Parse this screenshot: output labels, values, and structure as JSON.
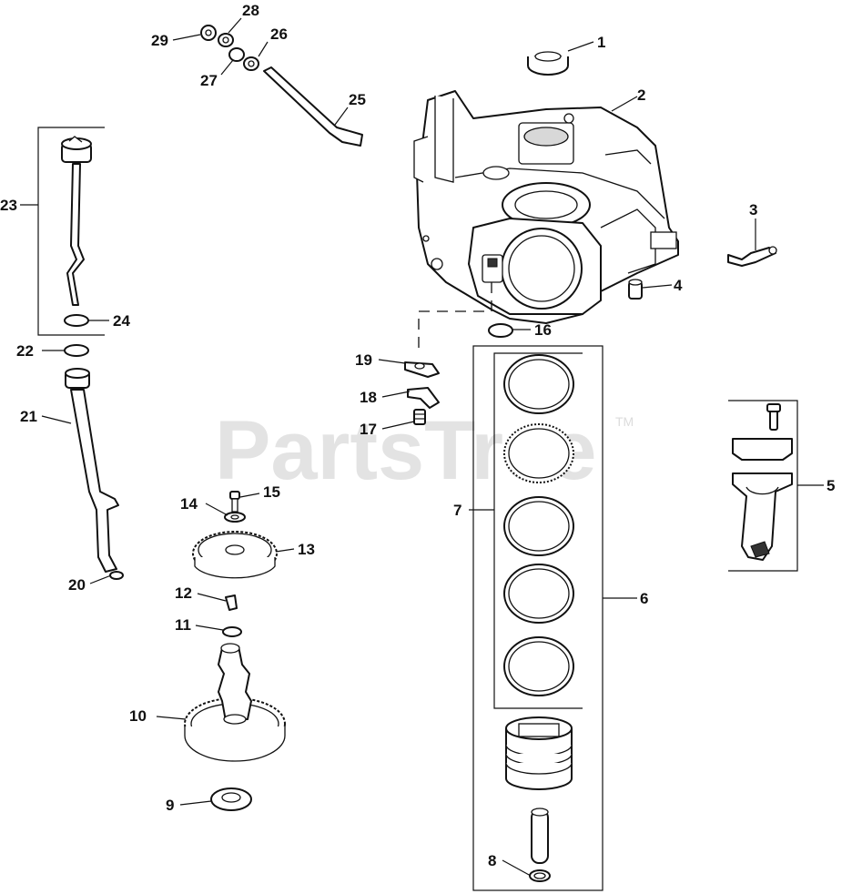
{
  "watermark": {
    "brand": "PartsTree",
    "trademark": "TM"
  },
  "callouts": [
    {
      "id": "c1",
      "label": "1"
    },
    {
      "id": "c2",
      "label": "2"
    },
    {
      "id": "c3",
      "label": "3"
    },
    {
      "id": "c4",
      "label": "4"
    },
    {
      "id": "c5",
      "label": "5"
    },
    {
      "id": "c6",
      "label": "6"
    },
    {
      "id": "c7",
      "label": "7"
    },
    {
      "id": "c8",
      "label": "8"
    },
    {
      "id": "c9",
      "label": "9"
    },
    {
      "id": "c10",
      "label": "10"
    },
    {
      "id": "c11",
      "label": "11"
    },
    {
      "id": "c12",
      "label": "12"
    },
    {
      "id": "c13",
      "label": "13"
    },
    {
      "id": "c14",
      "label": "14"
    },
    {
      "id": "c15",
      "label": "15"
    },
    {
      "id": "c16",
      "label": "16"
    },
    {
      "id": "c17",
      "label": "17"
    },
    {
      "id": "c18",
      "label": "18"
    },
    {
      "id": "c19",
      "label": "19"
    },
    {
      "id": "c20",
      "label": "20"
    },
    {
      "id": "c21",
      "label": "21"
    },
    {
      "id": "c22",
      "label": "22"
    },
    {
      "id": "c23",
      "label": "23"
    },
    {
      "id": "c24",
      "label": "24"
    },
    {
      "id": "c25",
      "label": "25"
    },
    {
      "id": "c26",
      "label": "26"
    },
    {
      "id": "c27",
      "label": "27"
    },
    {
      "id": "c28",
      "label": "28"
    },
    {
      "id": "c29",
      "label": "29"
    }
  ]
}
